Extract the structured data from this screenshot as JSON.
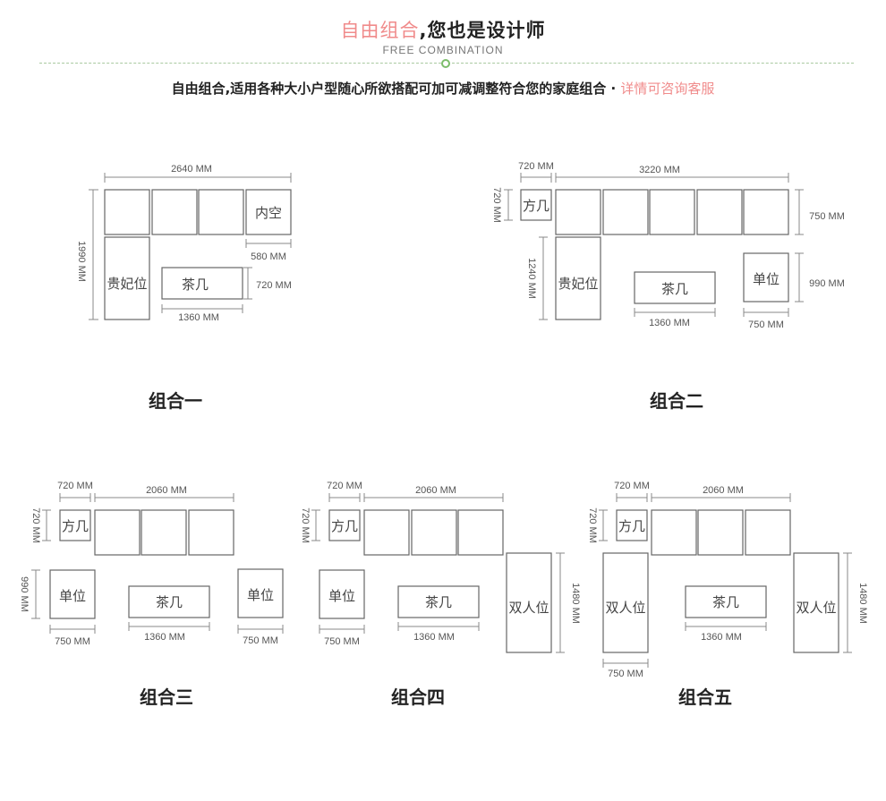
{
  "header": {
    "title_accent": "自由组合",
    "title_rest": ",您也是设计师",
    "subtitle": "FREE COMBINATION"
  },
  "tagline": {
    "text": "自由组合,适用各种大小户型随心所欲搭配可加可减调整符合您的家庭组合 · ",
    "link": "详情可咨询客服"
  },
  "combos": [
    {
      "caption": "组合一",
      "boxes": {
        "inner_corner": "内空",
        "chaise": "贵妃位",
        "coffee_table": "茶几"
      },
      "dims": {
        "top": "2640 MM",
        "side": "1990 MM",
        "inner": "580 MM",
        "table_depth": "720 MM",
        "table_width": "1360 MM"
      }
    },
    {
      "caption": "组合二",
      "boxes": {
        "side_table": "方几",
        "chaise": "贵妃位",
        "coffee_table": "茶几",
        "single": "单位"
      },
      "dims": {
        "side_table_w": "720 MM",
        "top": "3220 MM",
        "side_table_h": "720 MM",
        "seat_depth": "750 MM",
        "side": "1240 MM",
        "single_depth": "990 MM",
        "table_width": "1360 MM",
        "single_width": "750 MM"
      }
    },
    {
      "caption": "组合三",
      "boxes": {
        "side_table": "方几",
        "single_left": "单位",
        "coffee_table": "茶几",
        "single_right": "单位"
      },
      "dims": {
        "side_table_w": "720 MM",
        "top": "2060 MM",
        "side_table_h": "720 MM",
        "single_depth": "990 MM",
        "single_left_w": "750 MM",
        "table_width": "1360 MM",
        "single_right_w": "750 MM"
      }
    },
    {
      "caption": "组合四",
      "boxes": {
        "side_table": "方几",
        "single_left": "单位",
        "coffee_table": "茶几",
        "loveseat": "双人位"
      },
      "dims": {
        "side_table_w": "720 MM",
        "top": "2060 MM",
        "side_table_h": "720 MM",
        "single_left_w": "750 MM",
        "table_width": "1360 MM",
        "loveseat_len": "1480 MM"
      }
    },
    {
      "caption": "组合五",
      "boxes": {
        "side_table": "方几",
        "loveseat_left": "双人位",
        "coffee_table": "茶几",
        "loveseat_right": "双人位"
      },
      "dims": {
        "side_table_w": "720 MM",
        "top": "2060 MM",
        "side_table_h": "720 MM",
        "table_width": "1360 MM",
        "loveseat_left_w": "750 MM",
        "loveseat_len": "1480 MM"
      }
    }
  ]
}
